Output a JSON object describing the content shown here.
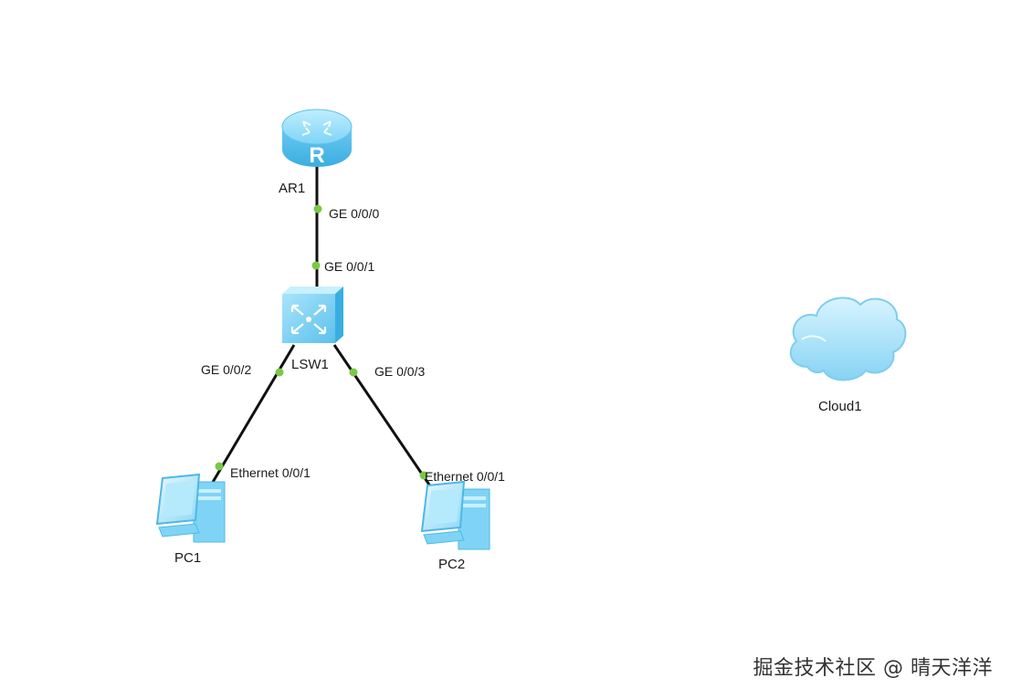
{
  "devices": {
    "router": {
      "label": "AR1",
      "icon": "router-icon"
    },
    "switch": {
      "label": "LSW1",
      "icon": "switch-icon"
    },
    "pc1": {
      "label": "PC1",
      "icon": "pc-icon"
    },
    "pc2": {
      "label": "PC2",
      "icon": "pc-icon"
    },
    "cloud": {
      "label": "Cloud1",
      "icon": "cloud-icon"
    }
  },
  "links": [
    {
      "a_port": "GE 0/0/0",
      "b_port": "GE 0/0/1"
    },
    {
      "a_port": "GE 0/0/2",
      "b_port": "Ethernet 0/0/1"
    },
    {
      "a_port": "GE 0/0/3",
      "b_port": "Ethernet 0/0/1"
    }
  ],
  "colors": {
    "device": "#7fd4f5",
    "device_dark": "#3aaee0",
    "port_dot": "#7ac943",
    "link": "#111111"
  },
  "watermark": "掘金技术社区 @ 晴天洋洋"
}
